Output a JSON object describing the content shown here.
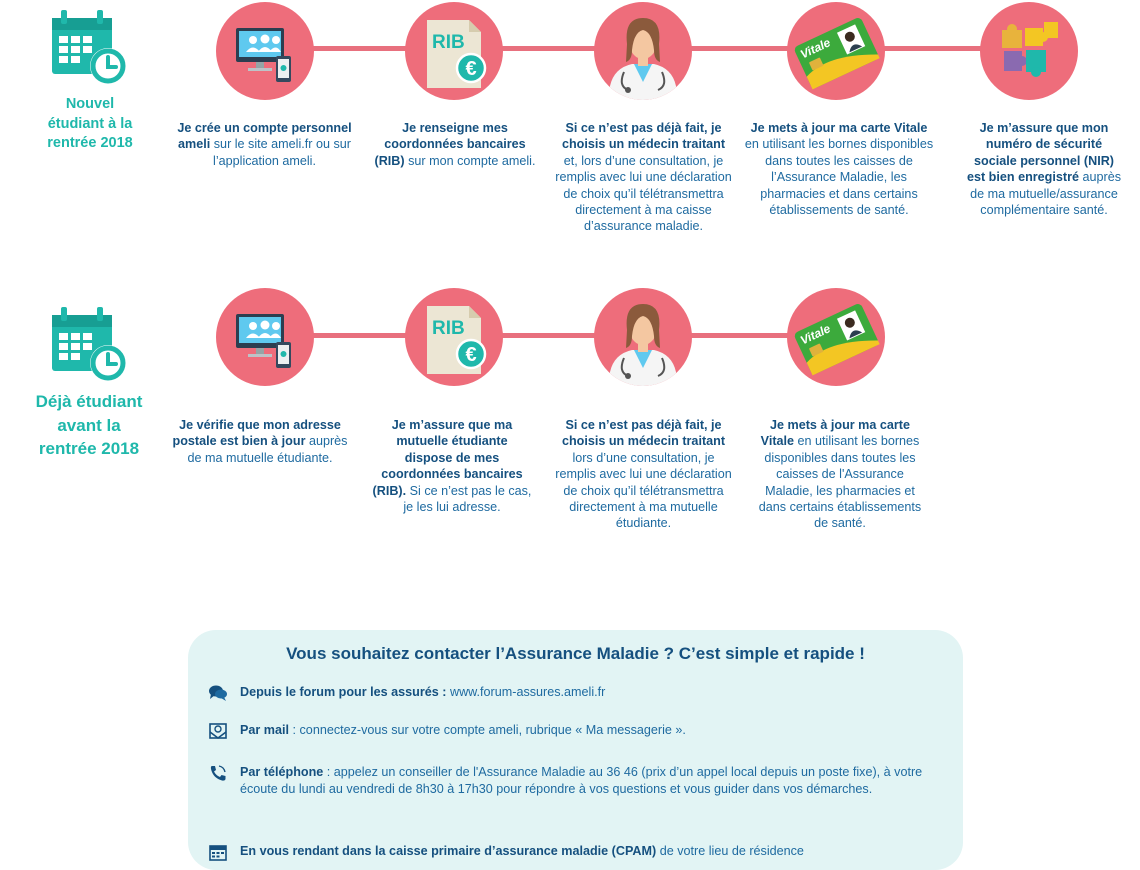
{
  "colors": {
    "teal": "#1fb8ab",
    "coral": "#ee6d7b",
    "navy": "#15507f",
    "blue": "#1e6aa0",
    "box_bg": "#e2f4f4"
  },
  "rows": [
    {
      "label": [
        "Nouvel",
        "étudiant à la",
        "rentrée 2018"
      ],
      "steps": [
        {
          "icon": "computer-phone-icon",
          "bold": "Je crée un compte personnel ameli",
          "text": " sur le site ameli.fr ou sur l’application ameli."
        },
        {
          "icon": "rib-euro-icon",
          "bold": "Je renseigne mes coordonnées bancaires (RIB)",
          "text": " sur mon compte ameli."
        },
        {
          "icon": "doctor-icon",
          "bold": "Si ce n’est pas déjà fait, je choisis un médecin traitant",
          "text": " et, lors d’une consultation, je remplis avec lui une déclaration de choix qu’il télétransmettra directement à ma caisse d’assurance maladie."
        },
        {
          "icon": "vitale-card-icon",
          "bold": "Je mets à jour ma carte Vitale",
          "text": " en utilisant  les bornes disponibles dans toutes les caisses de l’Assurance Maladie, les pharmacies et dans certains établissements de santé."
        },
        {
          "icon": "puzzle-icon",
          "bold": "Je m’assure que mon numéro de sécurité sociale personnel (NIR) est bien enregistré",
          "text": " auprès de  ma mutuelle/assurance complémentaire santé."
        }
      ]
    },
    {
      "label": [
        "Déjà étudiant",
        "avant la",
        "rentrée 2018"
      ],
      "steps": [
        {
          "icon": "computer-phone-icon",
          "bold": "Je vérifie que mon adresse postale est bien à jour",
          "text": " auprès de ma mutuelle étudiante."
        },
        {
          "icon": "rib-euro-icon",
          "bold": "Je m’assure que ma mutuelle étudiante dispose de mes coordonnées bancaires (RIB).",
          "text": " Si ce n’est pas le cas, je les lui adresse."
        },
        {
          "icon": "doctor-icon",
          "bold": "Si ce n’est pas déjà fait, je choisis un médecin traitant",
          "text": " lors d’une consultation, je remplis avec lui une déclaration de choix qu’il télétransmettra directement à ma mutuelle étudiante."
        },
        {
          "icon": "vitale-card-icon",
          "bold": "Je mets à jour ma carte Vitale",
          "text": " en utilisant  les bornes disponibles dans toutes les caisses de l'Assurance Maladie, les pharmacies et dans certains établissements de santé."
        }
      ]
    }
  ],
  "rib_text": "RIB",
  "euro_sign": "€",
  "vitale_text": "Vitale",
  "contact": {
    "title": "Vous souhaitez contacter l’Assurance Maladie ? C’est simple et rapide !",
    "items": [
      {
        "icon": "chat-bubbles-icon",
        "bold": "Depuis le forum pour les assurés :",
        "text": " www.forum-assures.ameli.fr"
      },
      {
        "icon": "mail-icon",
        "bold": "Par mail",
        "text": " : connectez-vous sur votre compte ameli, rubrique « Ma messagerie »."
      },
      {
        "icon": "phone-icon",
        "bold": "Par téléphone",
        "text": " : appelez un conseiller de l'Assurance Maladie au 36 46 (prix d’un appel local depuis un poste fixe),  à votre écoute du lundi au vendredi de 8h30 à 17h30 pour répondre à vos questions et vous guider dans vos démarches."
      },
      {
        "icon": "calendar-icon",
        "bold": "En vous rendant dans la caisse primaire d’assurance maladie  (CPAM)",
        "text": " de votre lieu de résidence"
      }
    ]
  }
}
